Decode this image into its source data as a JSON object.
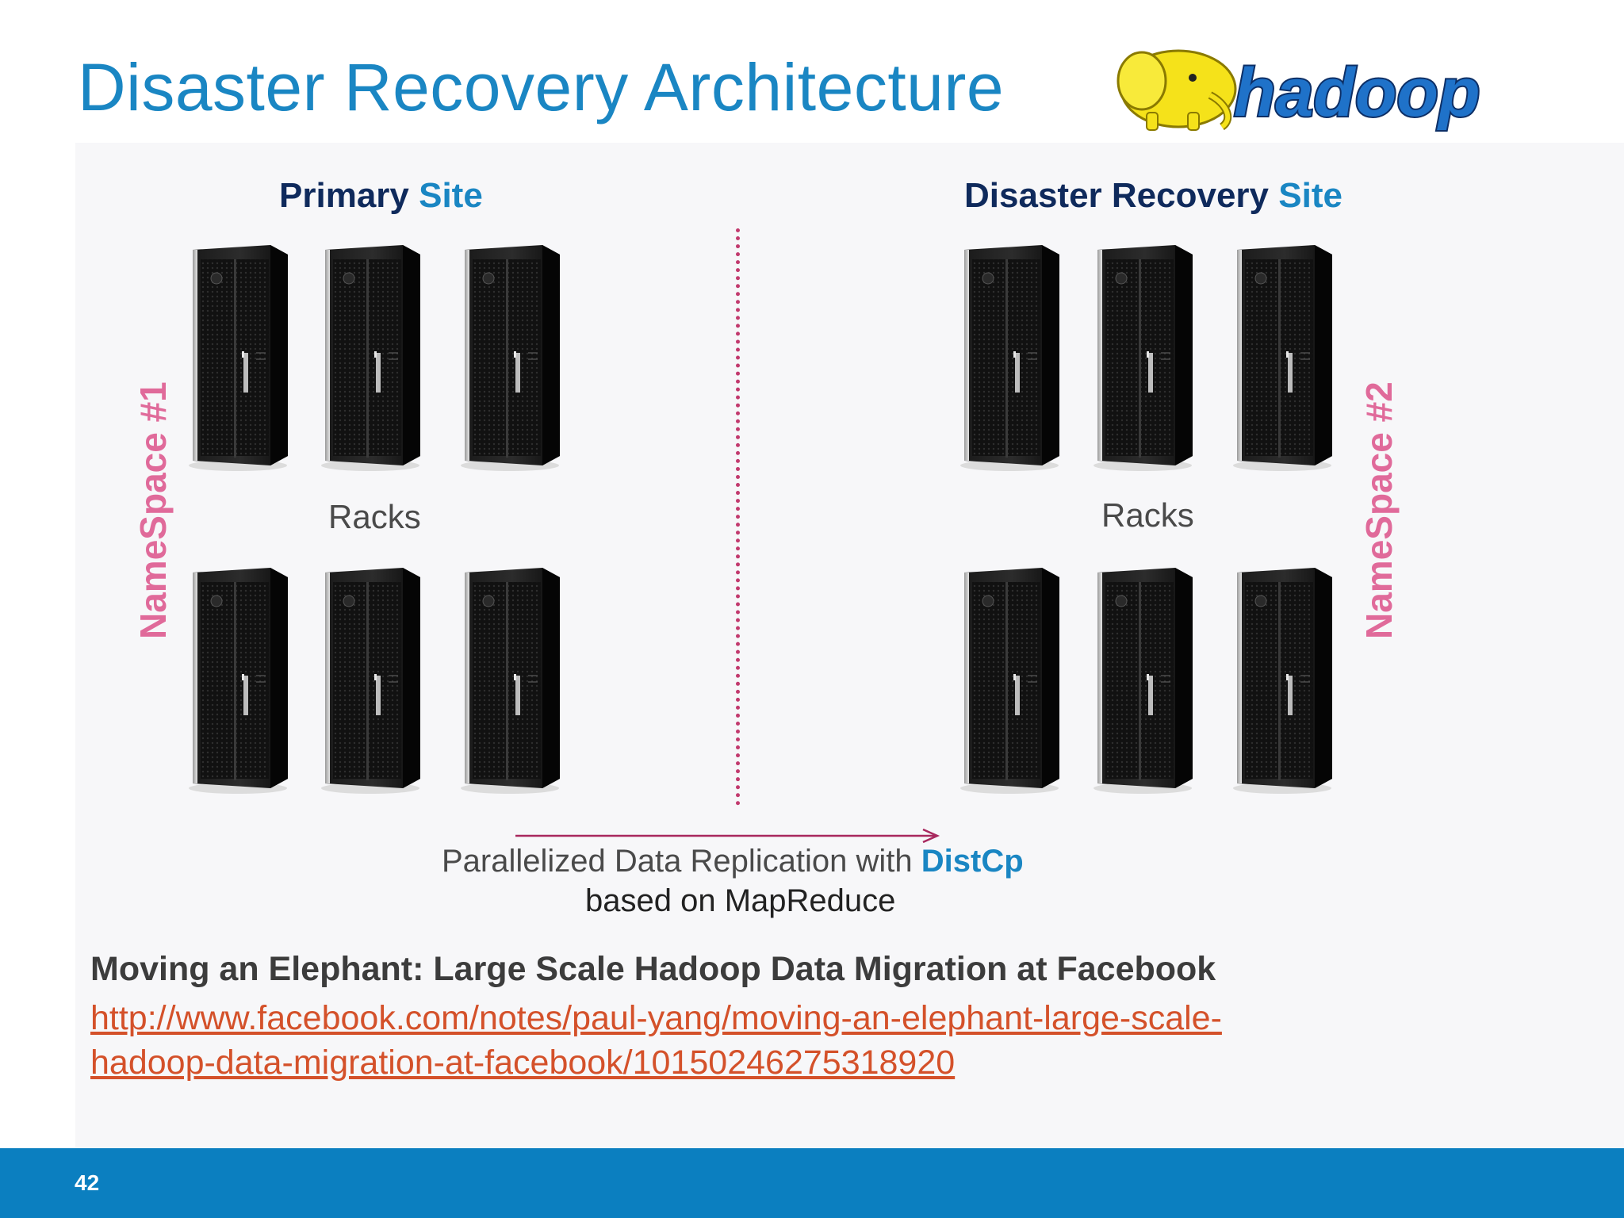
{
  "slide": {
    "title": "Disaster Recovery Architecture",
    "logo_text": "hadoop",
    "page_number": "42"
  },
  "primary_site": {
    "heading_main": "Primary ",
    "heading_accent": "Site",
    "racks_label": "Racks",
    "namespace_label": "NameSpace #1"
  },
  "dr_site": {
    "heading_main": "Disaster Recovery ",
    "heading_accent": "Site",
    "racks_label": "Racks",
    "namespace_label": "NameSpace #2"
  },
  "replication": {
    "line1_main": "Parallelized Data Replication with ",
    "line1_accent": "DistCp",
    "line2": "based on MapReduce"
  },
  "reference": {
    "title": "Moving an Elephant: Large Scale Hadoop Data Migration at Facebook",
    "link_line1": "http://www.facebook.com/notes/paul-yang/moving-an-elephant-large-scale-",
    "link_line2": "hadoop-data-migration-at-facebook/10150246275318920"
  },
  "colors": {
    "title_blue": "#1a86c3",
    "heading_navy": "#0f2a5c",
    "namespace_pink": "#e06a9a",
    "divider_crimson": "#c23a6e",
    "link_orange": "#d4512a",
    "footer_blue": "#0b7fc0"
  }
}
